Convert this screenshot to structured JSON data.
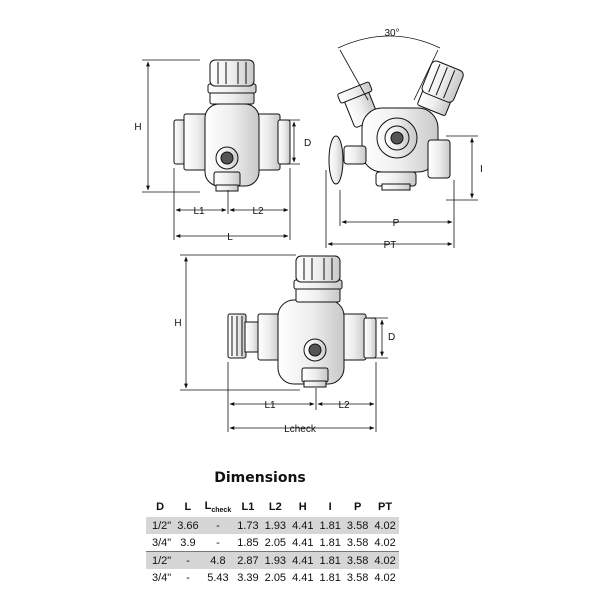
{
  "drawing": {
    "label_H": "H",
    "label_D": "D",
    "label_L1": "L1",
    "label_L2": "L2",
    "label_L": "L",
    "label_angle": "30°",
    "label_I": "I",
    "label_P": "P",
    "label_PT": "PT",
    "label_H2": "H",
    "label_D2": "D",
    "label_L1b": "L1",
    "label_L2b": "L2",
    "label_Lcheck": "Lcheck"
  },
  "table": {
    "title": "Dimensions",
    "headers": [
      "D",
      "L",
      "L",
      "L1",
      "L2",
      "H",
      "I",
      "P",
      "PT"
    ],
    "lcheck_sub": "check",
    "rows": [
      [
        "1/2\"",
        "3.66",
        "-",
        "1.73",
        "1.93",
        "4.41",
        "1.81",
        "3.58",
        "4.02"
      ],
      [
        "3/4\"",
        "3.9",
        "-",
        "1.85",
        "2.05",
        "4.41",
        "1.81",
        "3.58",
        "4.02"
      ],
      [
        "1/2\"",
        "-",
        "4.8",
        "2.87",
        "1.93",
        "4.41",
        "1.81",
        "3.58",
        "4.02"
      ],
      [
        "3/4\"",
        "-",
        "5.43",
        "3.39",
        "2.05",
        "4.41",
        "1.81",
        "3.58",
        "4.02"
      ]
    ]
  }
}
